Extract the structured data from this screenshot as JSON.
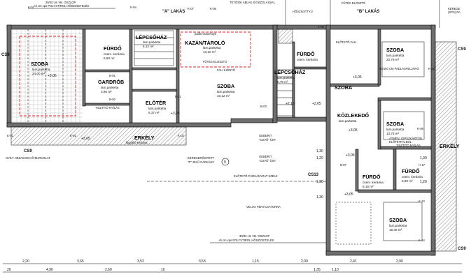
{
  "apartments": {
    "a": "\"A\" LAKÁS",
    "b": "\"B\" LAKÁS"
  },
  "rooms": {
    "szoba_a": {
      "name": "SZOBA",
      "finish": "lam.parketta",
      "area": "24,00 m²"
    },
    "furdo_a": {
      "name": "FÜRDŐ",
      "finish": "csem. kerámia",
      "area": "5,60 m²"
    },
    "gardrob": {
      "name": "GARDRÓB",
      "finish": "lam.parketta",
      "area": "3,95 m²"
    },
    "lepcsohaz_a": {
      "name": "LÉPCSŐHÁZ",
      "finish": "lam.parketta",
      "area": "6,12 m²"
    },
    "kazan": {
      "name": "KAZÁN/TÁROLÓ",
      "finish": "lam.parketta",
      "area": "13,10 m²"
    },
    "eloter": {
      "name": "ELŐTÉR",
      "finish": "lam.parketta",
      "area": "5,37 m²"
    },
    "szoba_mid": {
      "name": "SZOBA",
      "finish": "lam.parketta",
      "area": "10,12 m²"
    },
    "furdo_mid": {
      "name": "FÜRDŐ",
      "finish": "csem. kerámia",
      "area": ""
    },
    "lepcsohaz_b": {
      "name": "LÉPCSŐHÁZ",
      "finish": "lam.parketta",
      "area": "5,70 m²"
    },
    "szoba_b1": {
      "name": "SZOBA",
      "finish": "lam.parketta",
      "area": "20,75 m²"
    },
    "kozlekedo": {
      "name": "KÖZLEKEDŐ",
      "finish": "lam.parketta",
      "area": ""
    },
    "szoba_b2": {
      "name": "SZOBA",
      "finish": "lam.parketta",
      "area": "13,76 m²"
    },
    "furdo_b1": {
      "name": "FÜRDŐ",
      "finish": "csem. kerámia",
      "area": "5,16 m²"
    },
    "furdo_b2": {
      "name": "FÜRDŐ",
      "finish": "csem. kerámia",
      "area": "3,90 m²"
    },
    "szoba_b3": {
      "name": "SZOBA",
      "finish": "lam.parketta",
      "area": "18,46 m²"
    },
    "erkely_a": {
      "name": "ERKÉLY",
      "finish": "fagyálló kerámia",
      "area": ""
    },
    "erkely_b": {
      "name": "ERKÉLY",
      "finish": "",
      "area": ""
    }
  },
  "notes": {
    "top_wall": "30/20 cm VB. OSZLOP",
    "top_insul": "+5 cm xps POLYSTIROL HŐSZIGETELÉS",
    "bottom_wall": "30/20 cm VB. OSZLOP",
    "bottom_insul": "+5 cm xps POLYSTIROL HŐSZIGETELÉS",
    "skylight_top": "TETŐSÍK ABLAK KIOSZOLÁSSAL",
    "hoszivattyu": "HŐSZIVATTYÚ",
    "futes_eloszto_top": "FŰTÉS ELOSZTÓ",
    "futes_eloszto_a": "FŰTÉS ELOSZTÓ",
    "eloteto": "ELŐTETŐ FALI",
    "padlo": "padló összefolyó",
    "fali_kionto": "FALI KIÖNTŐ",
    "tisztito": "TISZTÍTÓ NYÍLÁS",
    "gravel": "NYÍLT HÉZAGOS KŐ BURKOLAT",
    "keregeritett": "KÉREGERŐSÍTETT",
    "p_parkany": "\"P\" JELŰ PÁRKÁNY",
    "geberit": "GEBERIT",
    "csvu": "\"CSVŰ\" ÜST",
    "parkany_szele": "ELŐTETŐ PÁRKÁNYZAT SZÉLE",
    "velux": "VELUX FÉNYCSATORNA",
    "parapet": "80/160 CM PADLÁSFELJÁRÓ",
    "tisztito_b": "TISZTÍTÓ NYÍLÁS",
    "kerege_right": "KÉREGE",
    "xps_right": "(XPS) PA",
    "gipsz": "ÁTMEN. GIPSZKARTON",
    "elotetfalbol": "ELŐTÉTFALBÓL"
  },
  "markers": {
    "cs9": "CS9",
    "cs13": "CS13",
    "circle9": "9",
    "levels": [
      "+3,06",
      "+3,05",
      "+3,05",
      "+3,05",
      "+3,05",
      "+3,05",
      "+3,05",
      "+3,05",
      "+2,15"
    ]
  },
  "dims": {
    "bottom": [
      "2,20",
      "4,90",
      "3,65",
      "2,60",
      "3,52",
      "3,53",
      "1,15",
      "2,00",
      "2,41",
      "2,90"
    ],
    "bottom2": [
      "20",
      "10",
      "1,35",
      "1,10"
    ],
    "right": [
      "1,30",
      "1,20",
      "1,30",
      "1,30",
      "1,30",
      "1,20"
    ]
  },
  "tags": {
    "k01": "K-01",
    "k04": "K-04",
    "k07": "K-07",
    "k06": "K-06",
    "k05": "K-05",
    "k09": "K-09",
    "k12": "K-12",
    "b01": "B-01",
    "b02": "B-02",
    "b03": "B-03",
    "b07": "B-07",
    "h17": "H-17",
    "k13": "K-13",
    "k14": "K-14",
    "k02": "K-02"
  }
}
